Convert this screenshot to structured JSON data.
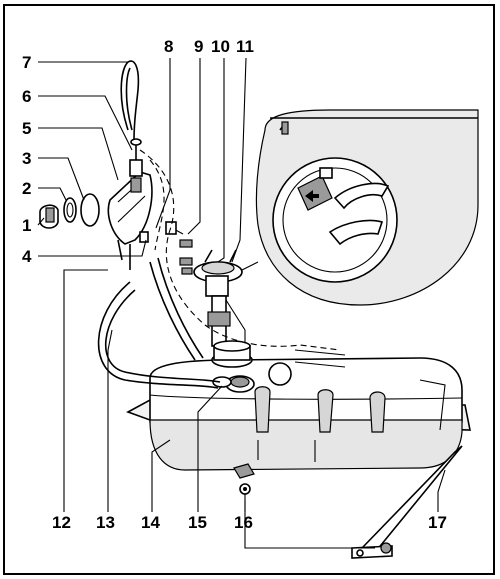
{
  "labels": {
    "l1": "1",
    "l2": "2",
    "l3": "3",
    "l4": "4",
    "l5": "5",
    "l6": "6",
    "l7": "7",
    "l8": "8",
    "l9": "9",
    "l10": "10",
    "l11": "11",
    "l12": "12",
    "l13": "13",
    "l14": "14",
    "l15": "15",
    "l16": "16",
    "l17": "17"
  },
  "colors": {
    "line": "#000000",
    "background": "#ffffff",
    "shade": "#9a9a9a"
  }
}
